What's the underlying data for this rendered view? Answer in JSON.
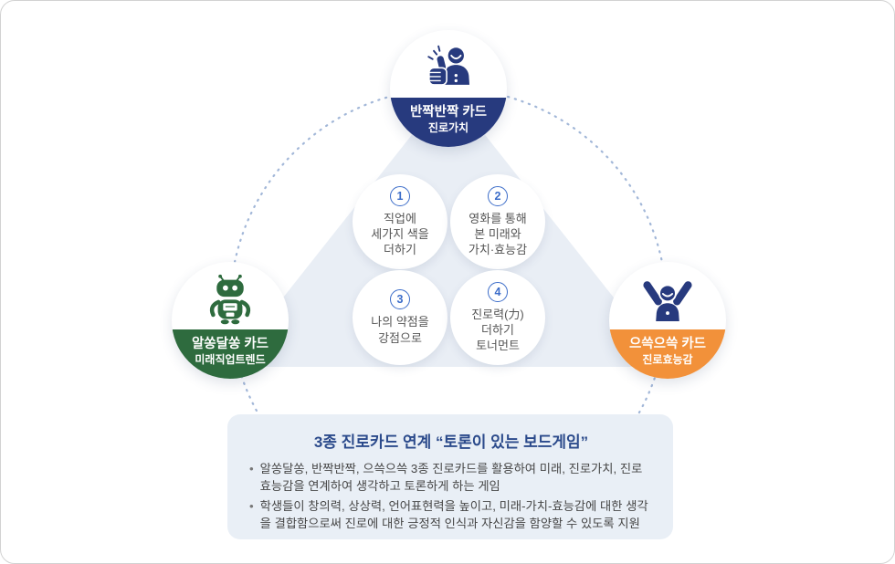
{
  "colors": {
    "navy": "#273a7e",
    "green": "#2e6b3e",
    "orange": "#f2913a",
    "number_blue": "#3b6cc9",
    "triangle_fill": "#e9eef5",
    "panel_bg": "#e9eff6",
    "dotted_line": "#a2b7d8",
    "panel_title_navy": "#2b4a8b"
  },
  "nodes": {
    "top": {
      "icon": "thumbs-up-person-icon",
      "title": "반짝반짝 카드",
      "subtitle": "진로가치",
      "color": "#273a7e"
    },
    "left": {
      "icon": "robot-icon",
      "title": "알쏭달쏭 카드",
      "subtitle": "미래직업트렌드",
      "color": "#2e6b3e"
    },
    "right": {
      "icon": "cheering-person-icon",
      "title": "으쓱으쓱 카드",
      "subtitle": "진로효능감",
      "color": "#f2913a"
    }
  },
  "steps": [
    {
      "number": "1",
      "lines": [
        "직업에",
        "세가지 색을",
        "더하기"
      ]
    },
    {
      "number": "2",
      "lines": [
        "영화를 통해",
        "본 미래와",
        "가치·효능감"
      ]
    },
    {
      "number": "3",
      "lines": [
        "나의 약점을",
        "강점으로"
      ]
    },
    {
      "number": "4",
      "lines": [
        "진로력(力)",
        "더하기",
        "토너먼트"
      ]
    }
  ],
  "panel": {
    "title": "3종 진로카드 연계 “토론이 있는 보드게임”",
    "bullets": [
      "알쏭달쏭, 반짝반짝, 으쓱으쓱 3종 진로카드를 활용하여 미래, 진로가치, 진로효능감을 연계하여 생각하고 토론하게 하는 게임",
      "학생들이 창의력, 상상력, 언어표현력을 높이고, 미래-가치-효능감에 대한 생각을 결합함으로써 진로에 대한 긍정적 인식과 자신감을 함양할 수 있도록 지원"
    ],
    "bullet_marker": "•"
  }
}
